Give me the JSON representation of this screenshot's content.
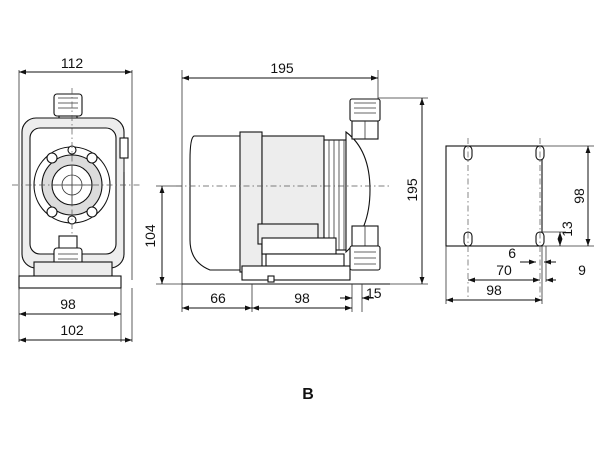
{
  "figure": {
    "caption": "B"
  },
  "front_view": {
    "dim_top_width": "112",
    "dim_base_width": "98",
    "dim_footprint_width": "102"
  },
  "side_view": {
    "dim_total_length": "195",
    "dim_total_height": "195",
    "dim_center_height": "104",
    "dim_front_offset": "66",
    "dim_base_length": "98",
    "dim_foot_offset": "15"
  },
  "base_plate": {
    "dim_height": "98",
    "dim_slot_length": "13",
    "dim_slot_width": "6",
    "dim_hole_spacing": "70",
    "dim_edge_offset": "9",
    "dim_width": "98"
  }
}
